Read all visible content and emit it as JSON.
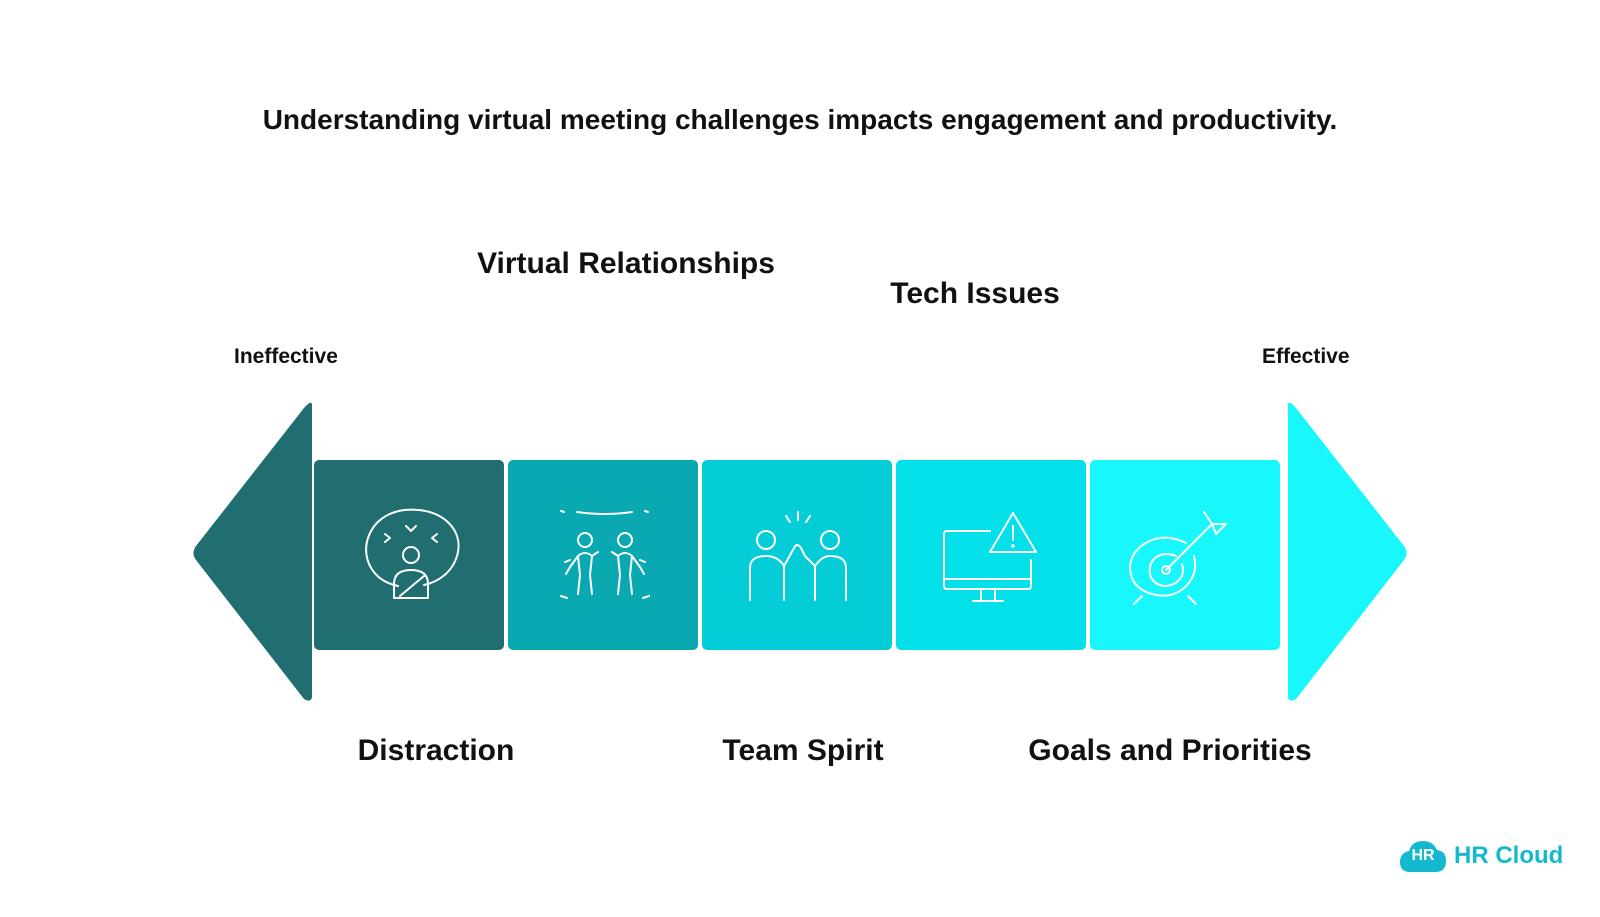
{
  "title": "Understanding virtual meeting challenges impacts engagement and productivity.",
  "ends": {
    "left": "Ineffective",
    "right": "Effective"
  },
  "steps": [
    {
      "label": "Distraction",
      "icon": "person-thinking-icon",
      "color": "#206e70",
      "position": "bottom"
    },
    {
      "label": "Virtual Relationships",
      "icon": "two-people-icon",
      "color": "#0aa8b0",
      "position": "top"
    },
    {
      "label": "Team Spirit",
      "icon": "high-five-icon",
      "color": "#05cdd7",
      "position": "bottom"
    },
    {
      "label": "Tech Issues",
      "icon": "monitor-warning-icon",
      "color": "#03e0e9",
      "position": "top"
    },
    {
      "label": "Goals and Priorities",
      "icon": "target-arrow-icon",
      "color": "#18f7fc",
      "position": "bottom"
    }
  ],
  "arrow_colors": {
    "left": "#206e70",
    "right": "#18f7fc"
  },
  "logo": {
    "mark": "HR",
    "text": "HR Cloud",
    "color": "#14b9cf"
  }
}
